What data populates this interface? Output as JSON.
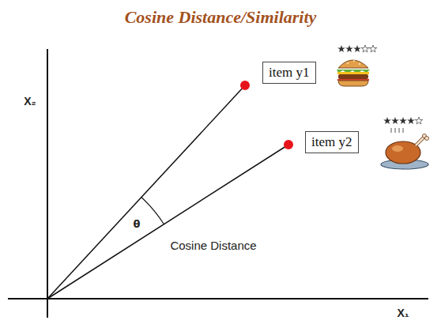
{
  "diagram": {
    "title": "Cosine Distance/Similarity",
    "nodes": [
      {
        "text": [
          "item y1"
        ]
      },
      {
        "text": [
          "item y2"
        ]
      }
    ],
    "labels": [
      "X₂",
      "X₁",
      "θ",
      "Cosine Distance"
    ]
  }
}
